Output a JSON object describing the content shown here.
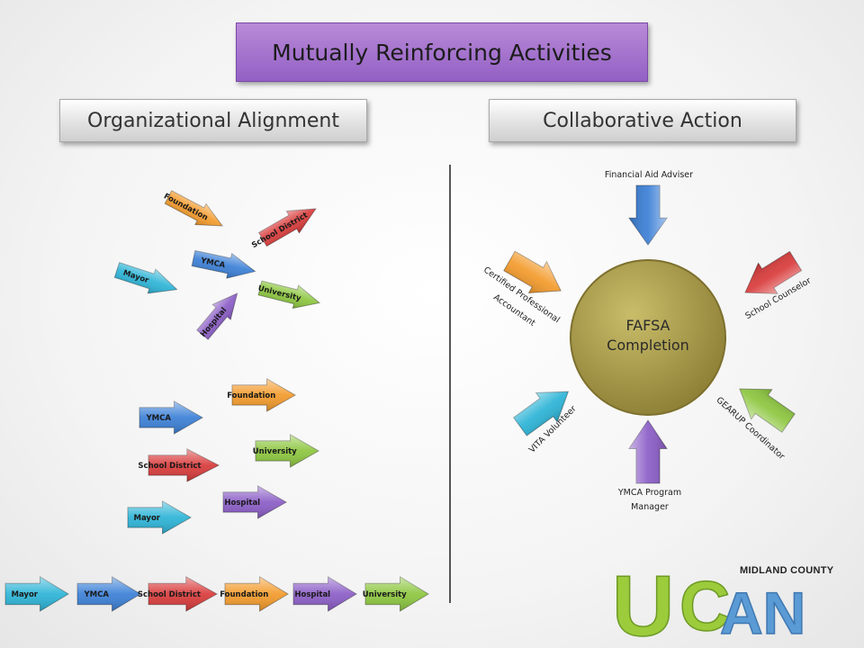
{
  "title": "Mutually Reinforcing Activities",
  "sections": {
    "left": "Organizational Alignment",
    "right": "Collaborative Action"
  },
  "scattered_arrows": [
    {
      "label": "Foundation",
      "color": "#f39a2a"
    },
    {
      "label": "School District",
      "color": "#d93a3a"
    },
    {
      "label": "YMCA",
      "color": "#3a7fd6"
    },
    {
      "label": "Mayor",
      "color": "#2bb3d6"
    },
    {
      "label": "University",
      "color": "#8cc63e"
    },
    {
      "label": "Hospital",
      "color": "#8a5cc6"
    }
  ],
  "grouped_arrows": [
    {
      "label": "Foundation",
      "color": "#f39a2a"
    },
    {
      "label": "YMCA",
      "color": "#3a7fd6"
    },
    {
      "label": "University",
      "color": "#8cc63e"
    },
    {
      "label": "School District",
      "color": "#d93a3a"
    },
    {
      "label": "Hospital",
      "color": "#8a5cc6"
    },
    {
      "label": "Mayor",
      "color": "#2bb3d6"
    }
  ],
  "row_arrows": [
    {
      "label": "Mayor",
      "color": "#2bb3d6"
    },
    {
      "label": "YMCA",
      "color": "#3a7fd6"
    },
    {
      "label": "School District",
      "color": "#d93a3a"
    },
    {
      "label": "Foundation",
      "color": "#f39a2a"
    },
    {
      "label": "Hospital",
      "color": "#8a5cc6"
    },
    {
      "label": "University",
      "color": "#8cc63e"
    }
  ],
  "center": {
    "line1": "FAFSA",
    "line2": "Completion",
    "color": "#a99a47"
  },
  "collab_arrows": [
    {
      "label": "Financial Aid Adviser",
      "color": "#3a7fd6"
    },
    {
      "label": "School Counselor",
      "color": "#d93a3a"
    },
    {
      "label": "GEARUP Coordinator",
      "color": "#8cc63e"
    },
    {
      "label_lines": [
        "YMCA Program",
        "Manager"
      ],
      "color": "#8a5cc6"
    },
    {
      "label": "VITA Volunteer",
      "color": "#2bb3d6"
    },
    {
      "label_lines": [
        "Certified Professional",
        "Accountant"
      ],
      "color": "#f39a2a"
    }
  ],
  "logo": {
    "letters": "UCAN",
    "sub": "MIDLAND COUNTY",
    "green": "#9ccb3b",
    "blue": "#5b9bd5"
  }
}
